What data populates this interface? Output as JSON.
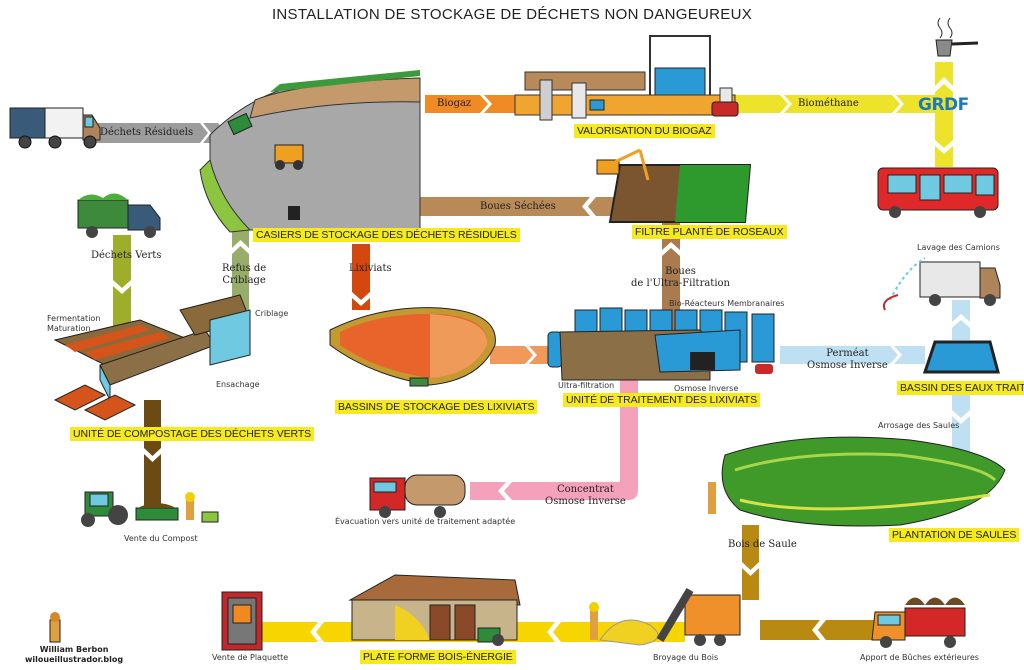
{
  "title": "INSTALLATION DE STOCKAGE DE DÉCHETS NON DANGEUREUX",
  "colors": {
    "residual": "#9c9c9c",
    "biogas": "#f08a24",
    "biomethane": "#ece32a",
    "dried_sludge": "#b88a58",
    "leachate": "#d4480f",
    "leachate_transfer": "#f0995a",
    "uf_sludge": "#a97b4f",
    "permeate": "#bfe0f2",
    "concentrate": "#f4a2bb",
    "green_waste": "#9fae2a",
    "screening_reject": "#99ad6b",
    "compost": "#6b4a14",
    "willow_wood": "#b88a12",
    "wood_energy": "#f7d500",
    "highlight": "#f6ea1c",
    "grdf_blue": "#1a7abf",
    "grdf_green": "#6dbf3c"
  },
  "flows": {
    "dechets_residuels": "Déchets Résiduels",
    "biogaz": "Biogaz",
    "biomethane": "Biométhane",
    "boues_sechees": "Boues Séchées",
    "refus_criblage": "Refus de\nCriblage",
    "dechets_verts": "Déchets Verts",
    "lixiviats": "Lixiviats",
    "boues_uf": "Boues\nde l'Ultra-Filtration",
    "permeat": "Perméat\nOsmose Inverse",
    "concentrat": "Concentrat\nOsmose Inverse",
    "bois_saule": "Bois de Saule"
  },
  "units": {
    "valorisation_biogaz": "VALORISATION DU BIOGAZ",
    "casiers": "CASIERS DE STOCKAGE DES DÉCHETS RÉSIDUELS",
    "filtre_roseaux": "FILTRE PLANTÉ DE ROSEAUX",
    "bassins_lixiviats": "BASSINS DE STOCKAGE DES LIXIVIATS",
    "traitement_lixiviats": "UNITÉ DE TRAITEMENT DES LIXIVIATS",
    "bassin_eaux": "BASSIN DES EAUX TRAITÉES",
    "compostage": "UNITÉ DE COMPOSTAGE DES DÉCHETS VERTS",
    "plantation_saules": "PLANTATION DE SAULES",
    "bois_energie": "PLATE FORME BOIS-ÉNERGIE"
  },
  "notes": {
    "fermentation": "Fermentation\nMaturation",
    "criblage": "Criblage",
    "ensachage": "Ensachage",
    "bio_reacteurs": "Bio-Réacteurs Membranaires",
    "ultra_filtration": "Ultra-filtration",
    "osmose_inverse": "Osmose Inverse",
    "lavage_camions": "Lavage des Camions",
    "arrosage_saules": "Arrosage des Saules",
    "evacuation": "Évacuation vers unité de traitement adaptée",
    "vente_compost": "Vente du Compost",
    "vente_plaquette": "Vente de Plaquette",
    "broyage_bois": "Broyage du Bois",
    "apport_buches": "Apport de Bûches extérieures"
  },
  "logo": {
    "grdf": "GRDF"
  },
  "credit": {
    "name": "William Berbon",
    "site": "wiloueillustrador.blog"
  }
}
